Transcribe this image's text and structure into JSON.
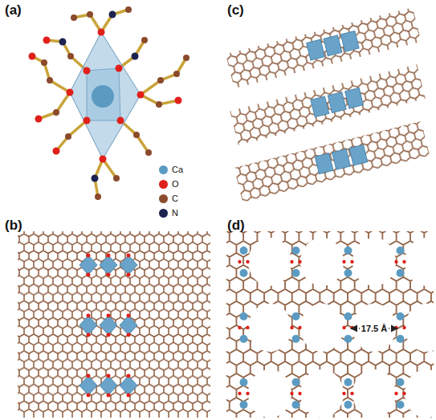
{
  "diagram": {
    "labels": [
      "(a)",
      "(b)",
      "(c)",
      "(d)",
      "17.5 Å"
    ],
    "legend": [
      {
        "text": "Ca",
        "color": "#5b9bc2"
      },
      {
        "text": "O",
        "color": "#e0201b"
      },
      {
        "text": "C",
        "color": "#8b4a2b"
      },
      {
        "text": "N",
        "color": "#1c2250"
      }
    ]
  }
}
